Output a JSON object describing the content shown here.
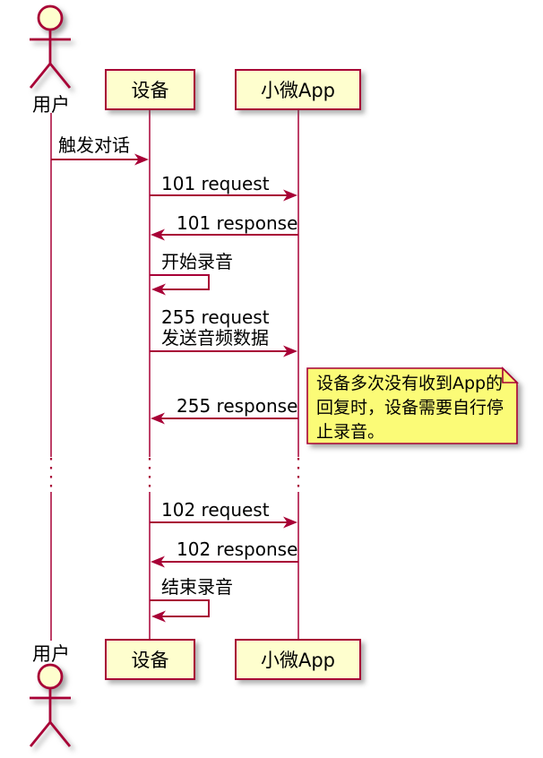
{
  "diagram_type": "sequence-diagram",
  "colors": {
    "line": "#A80036",
    "participant_fill": "#FEFECE",
    "note_fill": "#FBFB77",
    "text": "#000000",
    "background": "#FFFFFF"
  },
  "actor": {
    "label": "用户"
  },
  "participants": [
    {
      "id": "device",
      "label": "设备"
    },
    {
      "id": "app",
      "label": "小微App"
    }
  ],
  "messages": [
    {
      "from": "user",
      "to": "device",
      "label": "触发对话"
    },
    {
      "from": "device",
      "to": "app",
      "label": "101 request"
    },
    {
      "from": "app",
      "to": "device",
      "label": "101 response"
    },
    {
      "from": "device",
      "to": "device",
      "label": "开始录音"
    },
    {
      "from": "device",
      "to": "app",
      "lines": [
        "255 request",
        "发送音频数据"
      ]
    },
    {
      "from": "app",
      "to": "device",
      "label": "255 response"
    },
    {
      "from": "device",
      "to": "app",
      "label": "102 request"
    },
    {
      "from": "app",
      "to": "device",
      "label": "102 response"
    },
    {
      "from": "device",
      "to": "device",
      "label": "结束录音"
    }
  ],
  "note": {
    "lines": [
      "设备多次没有收到App的",
      "回复时，设备需要自行停",
      "止录音。"
    ]
  },
  "delay": {
    "style": "dotted-lifelines"
  }
}
